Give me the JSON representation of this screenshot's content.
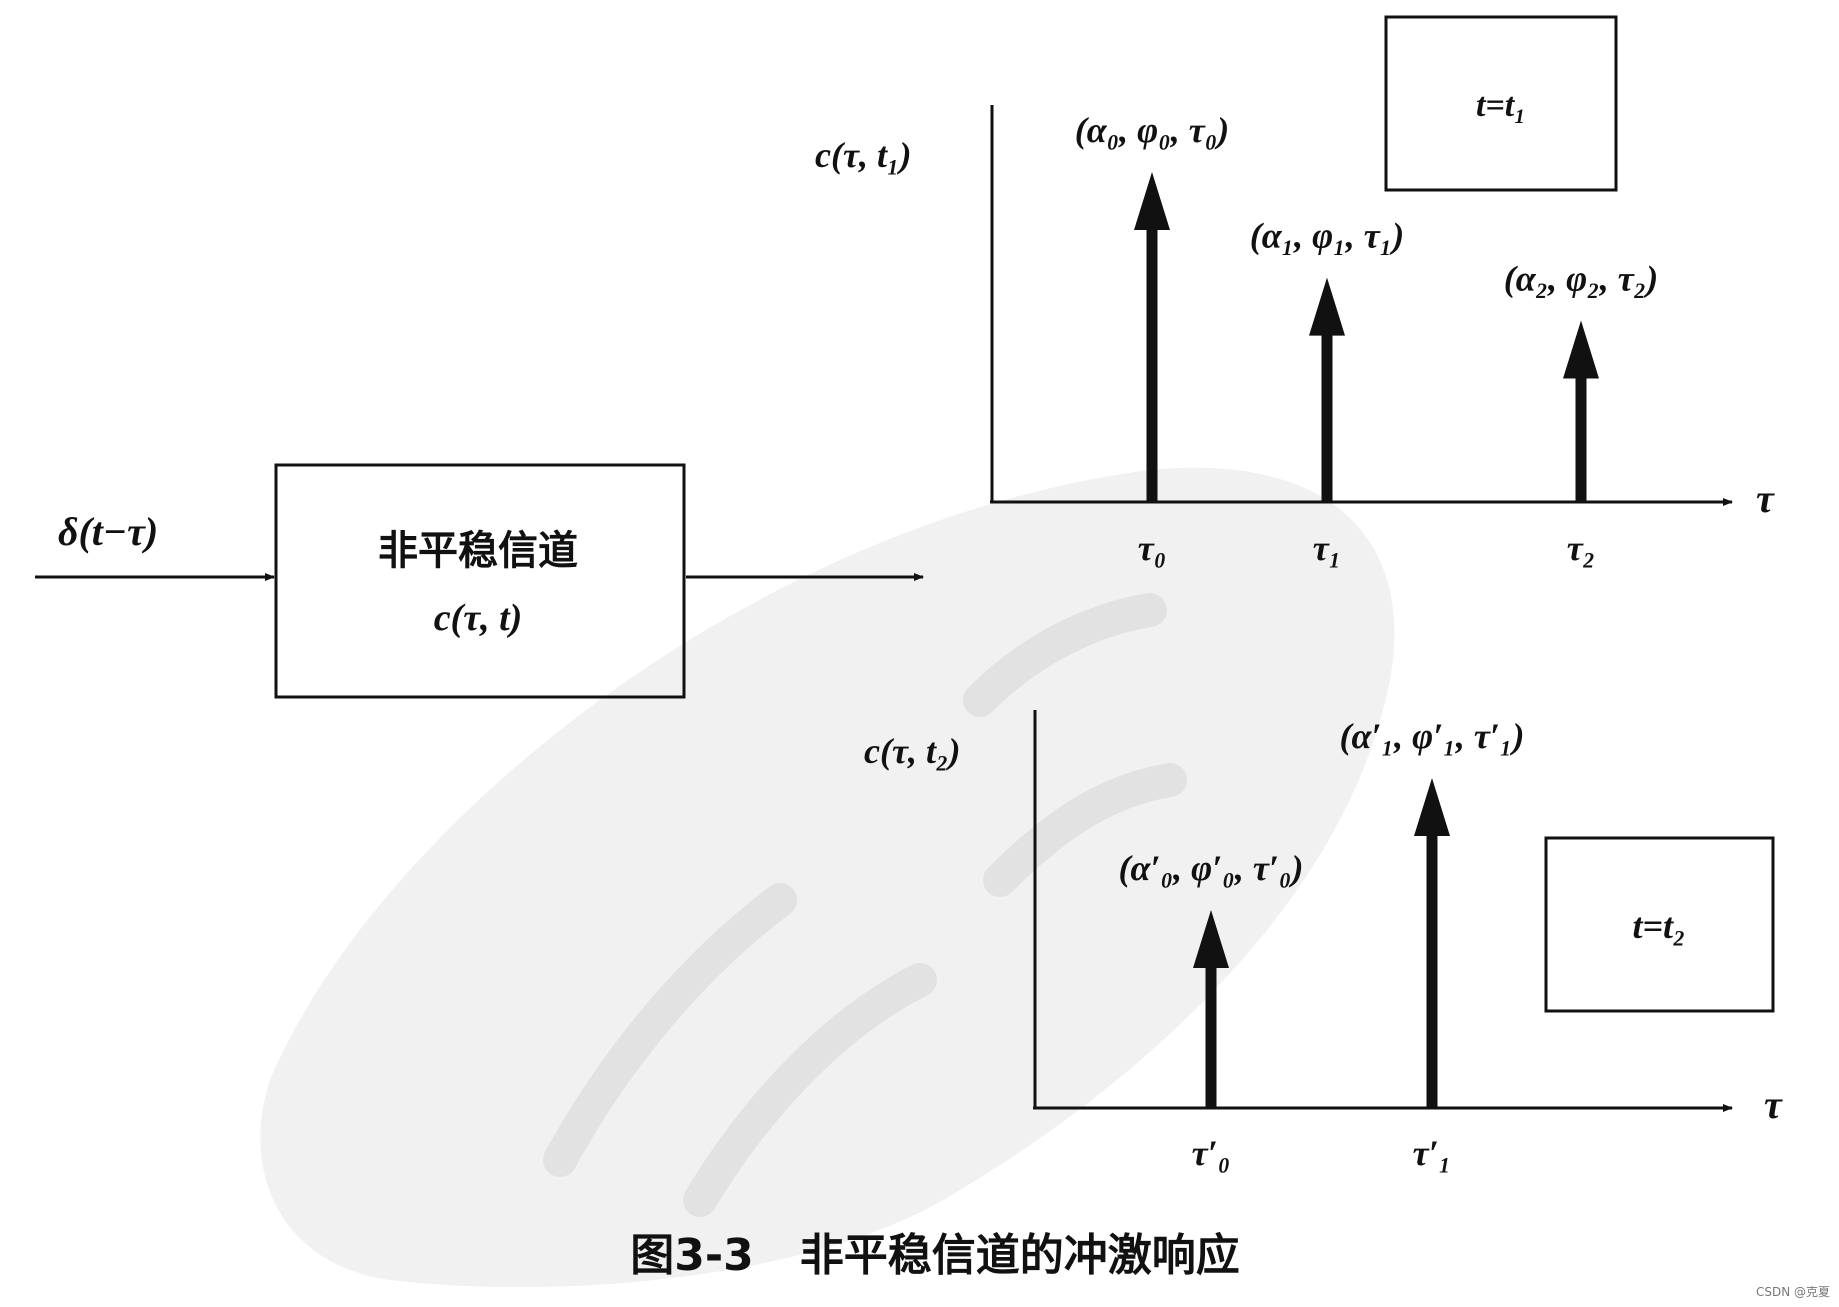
{
  "input": {
    "label": "δ(t−τ)"
  },
  "channel": {
    "title": "非平稳信道",
    "formula": "c(τ, t)"
  },
  "plot_top": {
    "ylabel": "c(τ, t₁)",
    "xlabel": "τ",
    "time_box": "t=t₁",
    "impulses": [
      {
        "tick": "τ₀",
        "label": "(α₀, φ₀, τ₀)",
        "amplitude": 1.0
      },
      {
        "tick": "τ₁",
        "label": "(α₁, φ₁, τ₁)",
        "amplitude": 0.68
      },
      {
        "tick": "τ₂",
        "label": "(α₂, φ₂, τ₂)",
        "amplitude": 0.55
      }
    ]
  },
  "plot_bottom": {
    "ylabel": "c(τ, t₂)",
    "xlabel": "τ",
    "time_box": "t=t₂",
    "impulses": [
      {
        "tick": "τ′₀",
        "label": "(α′₀, φ′₀, τ′₀)",
        "amplitude": 0.6
      },
      {
        "tick": "τ′₁",
        "label": "(α′₁, φ′₁, τ′₁)",
        "amplitude": 1.0
      }
    ]
  },
  "caption": "图3-3   非平稳信道的冲激响应",
  "watermark_credit": "CSDN @克夏",
  "colors": {
    "ink": "#111111",
    "watermark": "#ececec"
  }
}
